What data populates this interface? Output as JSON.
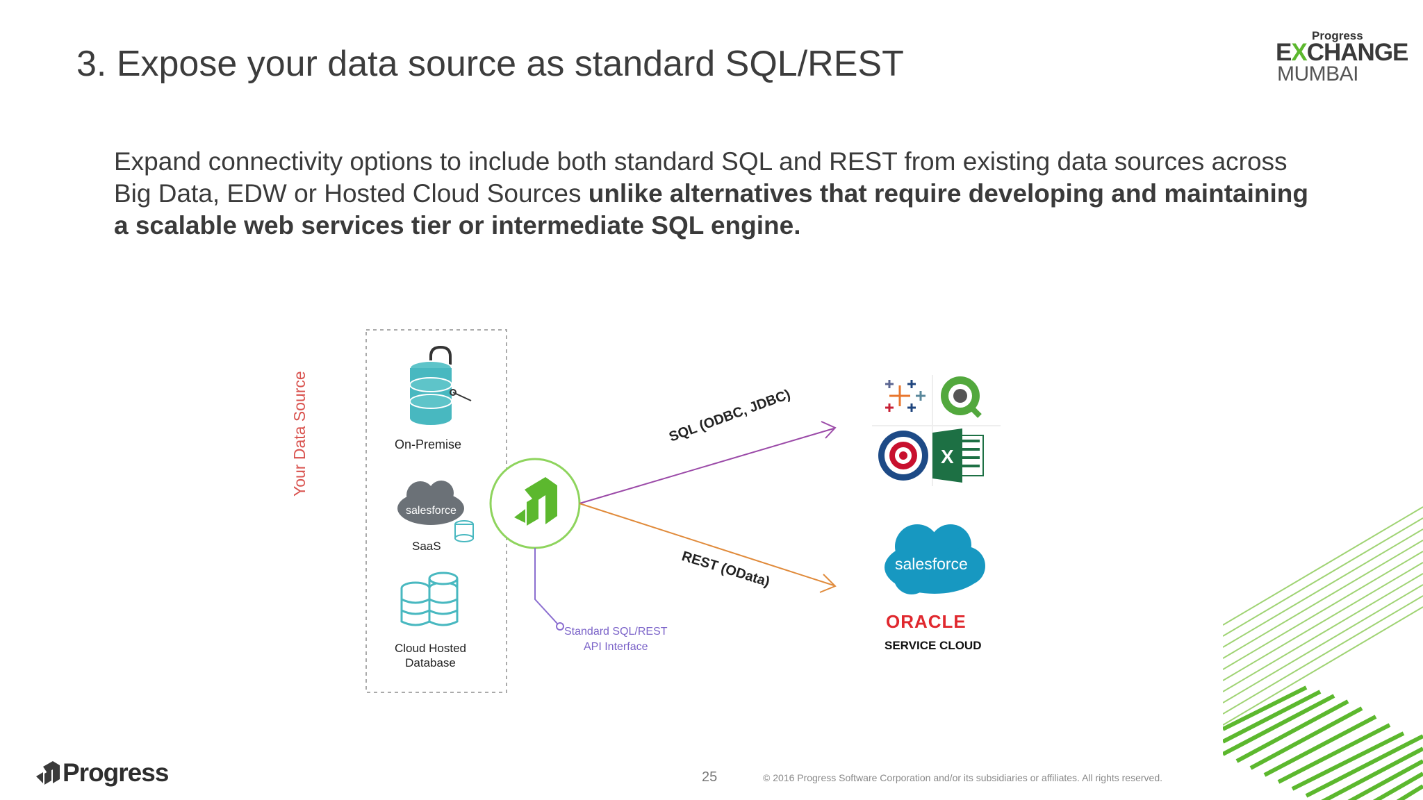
{
  "title": "3. Expose your data source as standard SQL/REST",
  "body": {
    "normal": "Expand connectivity options to include both standard SQL and REST from existing data sources across Big Data, EDW or Hosted Cloud Sources",
    "bold": "unlike alternatives that require developing and maintaining a scalable web services tier or intermediate SQL engine."
  },
  "brand_logo": {
    "small": "Progress",
    "exchange_prefix": "E",
    "exchange_x": "X",
    "exchange_suffix": "CHANGE",
    "city": "MUMBAI"
  },
  "diagram": {
    "group_label": "Your Data Source",
    "sources": [
      {
        "label": "On-Premise",
        "icon": "database-lock-icon"
      },
      {
        "label": "SaaS",
        "icon": "salesforce-cloud-icon",
        "cloud_text": "salesforce"
      },
      {
        "label": "Cloud Hosted\nDatabase",
        "icon": "database-stack-icon"
      }
    ],
    "hub_icon": "progress-hub-icon",
    "api_label_line1": "Standard SQL/REST",
    "api_label_line2": "API Interface",
    "sql_label": "SQL (ODBC, JDBC)",
    "rest_label": "REST (OData)",
    "sql_targets": [
      "tableau-icon",
      "qlik-icon",
      "target-icon",
      "excel-icon"
    ],
    "excel_letter": "X",
    "rest_targets": {
      "salesforce": "salesforce",
      "oracle": "ORACLE",
      "service_cloud": "SERVICE CLOUD"
    }
  },
  "footer": {
    "logo_text": "Progress",
    "page_number": "25",
    "copyright": "© 2016 Progress Software Corporation and/or its subsidiaries or affiliates. All rights reserved."
  },
  "colors": {
    "accent_green": "#5cb82e",
    "sql_arrow": "#9b4aa8",
    "rest_arrow": "#e08a3a",
    "ds_label": "#d9534f"
  }
}
